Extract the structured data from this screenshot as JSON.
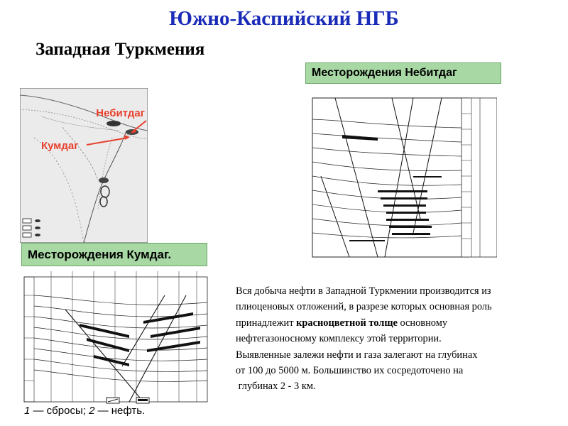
{
  "title": "Южно-Каспийский НГБ",
  "subtitle": "Западная Туркмения",
  "labels": {
    "nebitdag_fields": "Месторождения Небитдаг",
    "kumdag_fields": "Месторождения Кумдаг."
  },
  "map": {
    "nebitdag": "Небитдаг",
    "kumdag": "Кумдаг"
  },
  "description": {
    "line1": "Вся добыча нефти в Западной Туркмении производится из",
    "line2": "плиоценовых отложений, в разрезе которых основная роль",
    "line3_before": "принадлежит ",
    "line3_bold": "красноцветной толще",
    "line3_after": " основному",
    "line4": "нефтегазоносному комплексу этой территории.",
    "line5": "Выявленные залежи нефти и газа залегают на глубинах",
    "line6": "от 100 до 5000 м. Большинство их сосредоточено на",
    "line7": " глубинах 2 - 3 км."
  },
  "legend": {
    "item1_num": "1",
    "item1_text": " — сбросы; ",
    "item2_num": "2",
    "item2_text": " — нефть."
  },
  "colors": {
    "title": "#1a2bb8",
    "label_bg": "#a8d8a4",
    "map_annotation": "#e8402e"
  }
}
